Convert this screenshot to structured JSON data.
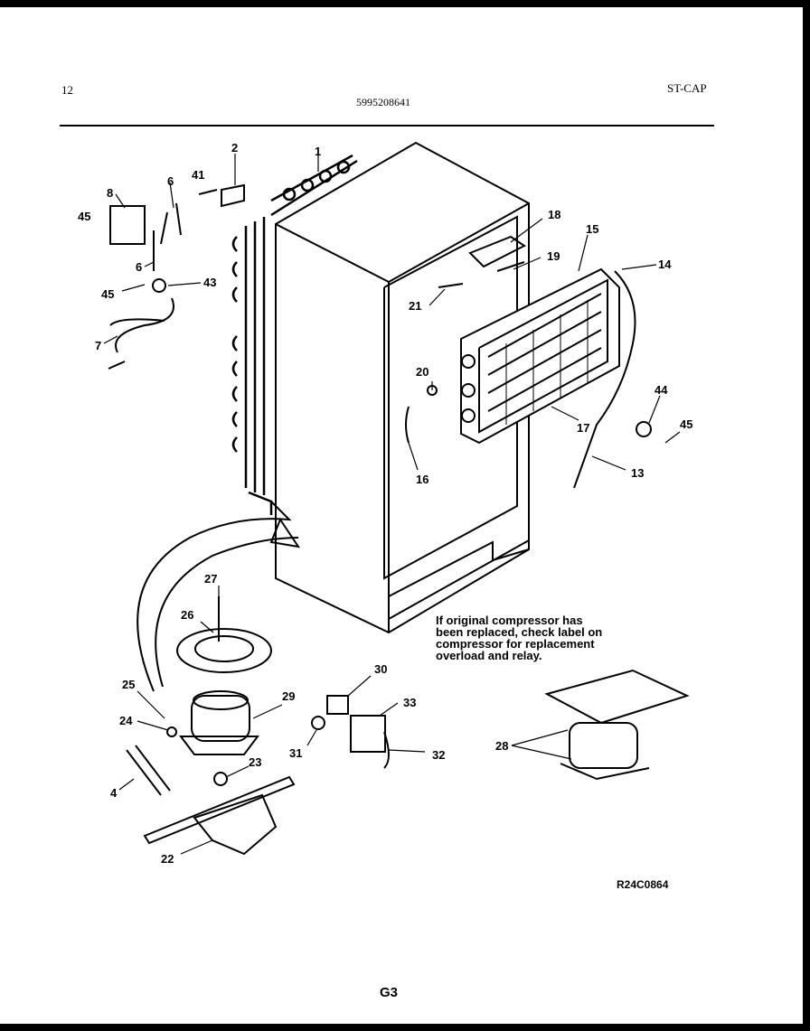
{
  "header": {
    "page": "12",
    "part_number": "5995208641",
    "model": "ST-CAP"
  },
  "callouts": [
    "1",
    "2",
    "4",
    "6",
    "6",
    "7",
    "8",
    "13",
    "14",
    "15",
    "16",
    "17",
    "18",
    "19",
    "20",
    "21",
    "22",
    "23",
    "24",
    "25",
    "26",
    "27",
    "28",
    "29",
    "30",
    "31",
    "32",
    "33",
    "41",
    "43",
    "44",
    "45",
    "45",
    "45"
  ],
  "note_lines": [
    "If original compressor has",
    "been replaced, check label on",
    "compressor for replacement",
    "overload and relay."
  ],
  "ref_code": "R24C0864",
  "footer": "G3"
}
